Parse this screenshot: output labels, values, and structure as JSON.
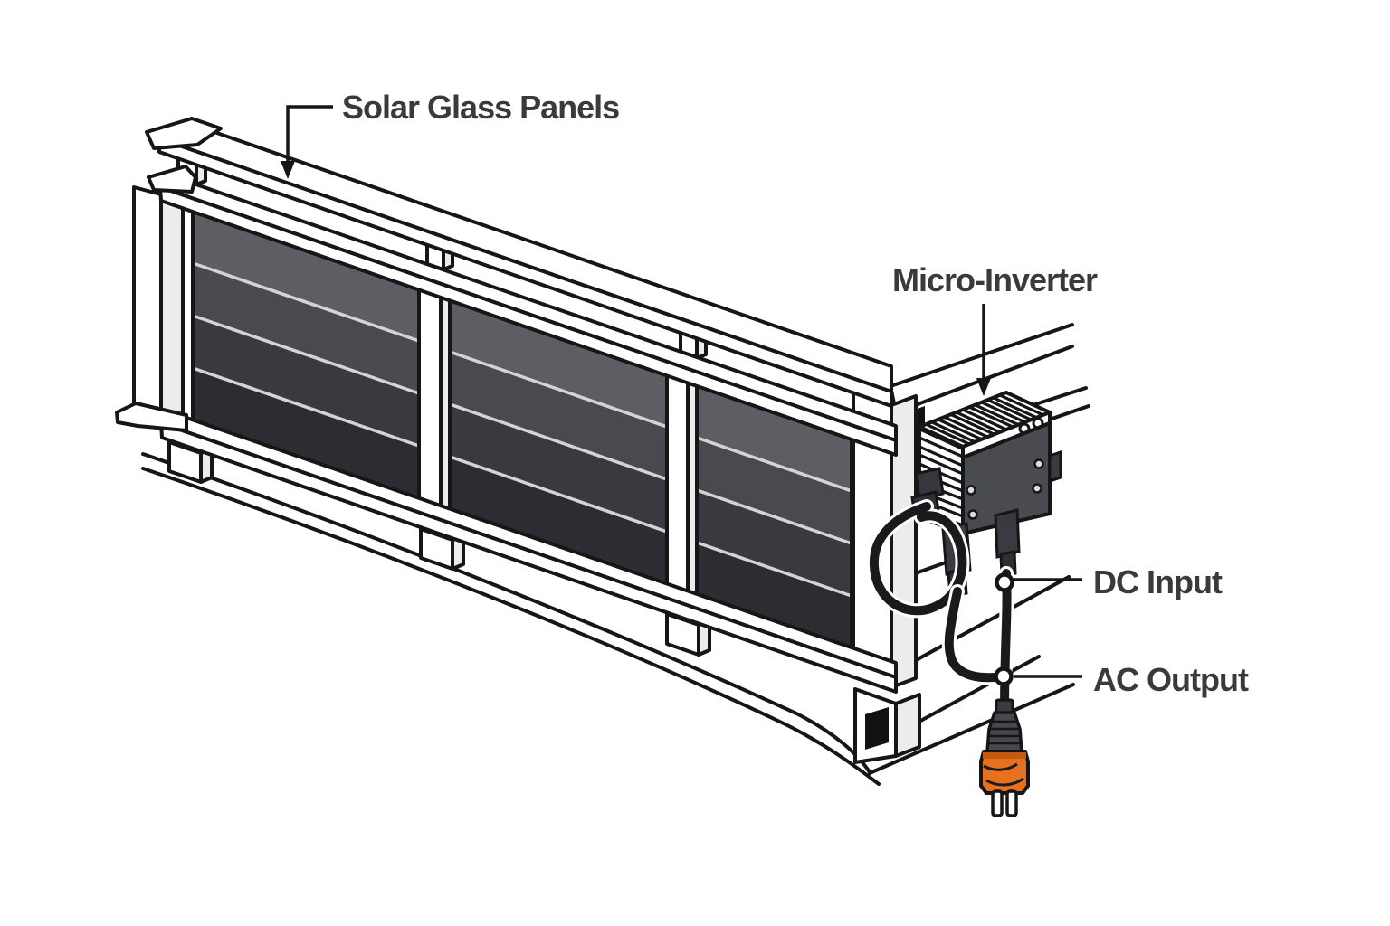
{
  "diagram": {
    "type": "technical-illustration",
    "subject": "balcony-railing solar glass panel system with micro-inverter and plug",
    "labels": {
      "panels": "Solar Glass Panels",
      "inverter": "Micro-Inverter",
      "dc_input": "DC Input",
      "ac_output": "AC Output"
    },
    "colors": {
      "background": "#ffffff",
      "outline": "#161616",
      "label_text": "#3a3a3a",
      "panel_strip_top": "#5d5d64",
      "panel_strip_2": "#494950",
      "panel_strip_3": "#393940",
      "panel_strip_bottom": "#2c2c32",
      "panel_separator": "#d4d4d7",
      "inverter_face": "#4a4a51",
      "connector_dark": "#3a3a40",
      "cable_black": "#1a1a1c",
      "plug_orange": "#e8711f",
      "railing_white": "#ffffff"
    }
  }
}
